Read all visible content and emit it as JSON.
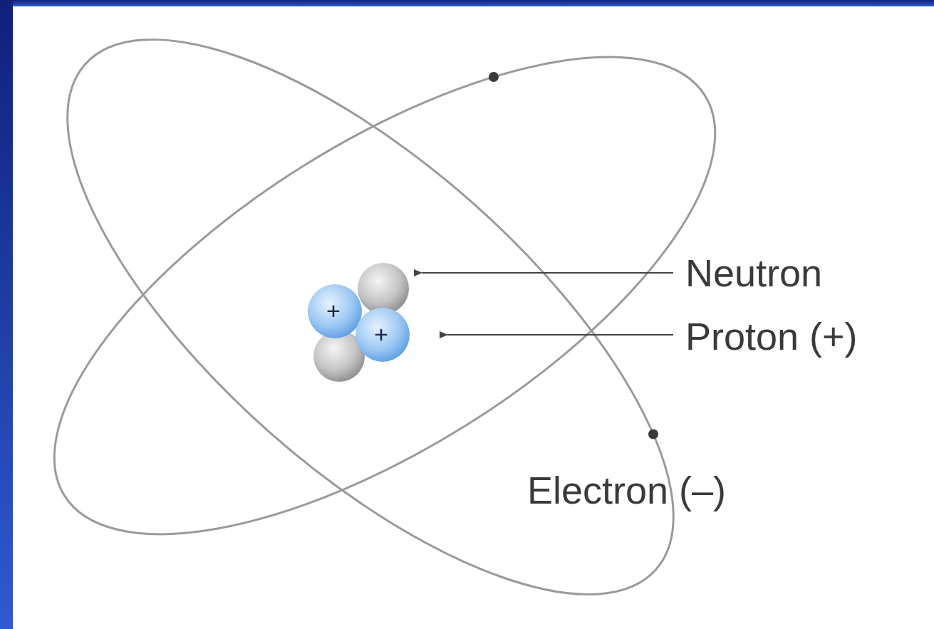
{
  "diagram": {
    "labels": [
      "Neutron",
      "Proton (+)",
      "Electron (–)",
      "+",
      "+"
    ]
  }
}
